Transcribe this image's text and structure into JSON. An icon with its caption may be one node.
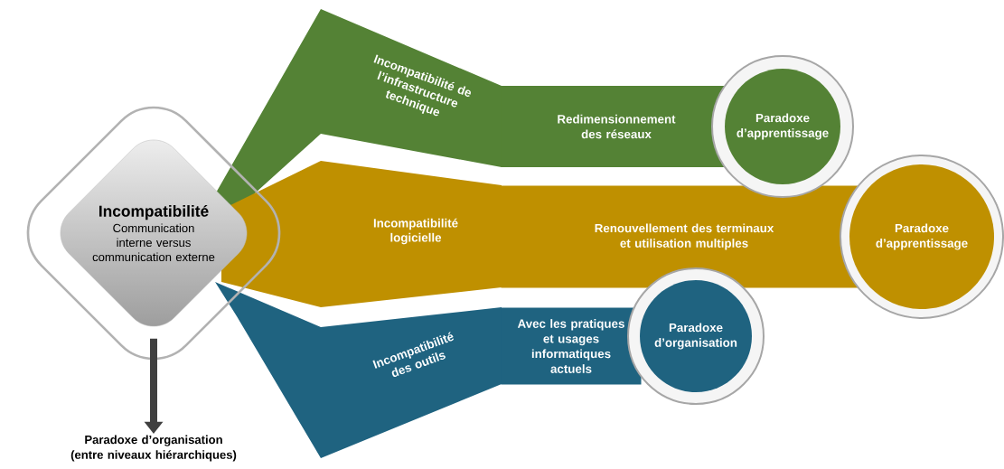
{
  "diagram": {
    "nodes": [
      {
        "text": [
          "Incompatibilité",
          "Communication interne versus communication externe"
        ]
      },
      {
        "text": [
          "Incompatibilité de l’infrastructure technique"
        ]
      },
      {
        "text": [
          "Redimensionnement des réseaux"
        ]
      },
      {
        "text": [
          "Paradoxe d’apprentissage"
        ]
      },
      {
        "text": [
          "Incompatibilité logicielle"
        ]
      },
      {
        "text": [
          "Renouvellement des terminaux et utilisation multiples"
        ]
      },
      {
        "text": [
          "Paradoxe d’apprentissage"
        ]
      },
      {
        "text": [
          "Incompatibilité des outils"
        ]
      },
      {
        "text": [
          "Avec les pratiques et usages informatiques actuels"
        ]
      },
      {
        "text": [
          "Paradoxe d’organisation"
        ]
      },
      {
        "text": [
          "Paradoxe d’organisation (entre niveaux hiérarchiques)"
        ]
      }
    ],
    "edges": [
      {
        "from": 0,
        "to": 10,
        "arrow": "to"
      }
    ]
  }
}
